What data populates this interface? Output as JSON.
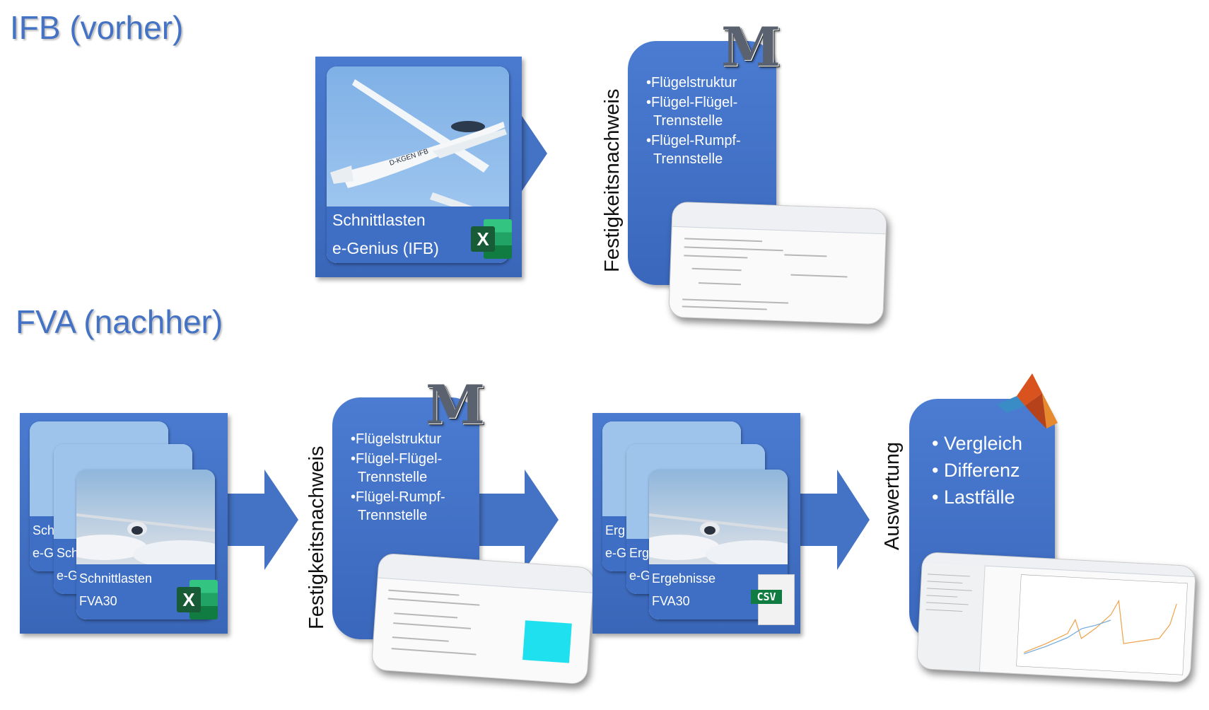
{
  "sections": {
    "before": {
      "title": "IFB (vorher)"
    },
    "after": {
      "title": "FVA (nachher)"
    }
  },
  "ifb": {
    "input_card": {
      "line1": "Schnittlasten",
      "line2": "e-Genius (IFB)"
    },
    "proof": {
      "label": "Festigkeitsnachweis",
      "bullets": [
        {
          "main": "•Flügelstruktur",
          "cont": ""
        },
        {
          "main": "•Flügel-Flügel-",
          "cont": "Trennstelle"
        },
        {
          "main": "•Flügel-Rumpf-",
          "cont": "Trennstelle"
        }
      ],
      "logo": "M"
    }
  },
  "fva": {
    "input_stack": {
      "back1": {
        "line1": "Sch",
        "line2": "e-G"
      },
      "back2": {
        "line1": "Sch",
        "line2": "e-G"
      },
      "front": {
        "line1": "Schnittlasten",
        "line2": "FVA30"
      }
    },
    "proof": {
      "label": "Festigkeitsnachweis",
      "bullets": [
        {
          "main": "•Flügelstruktur",
          "cont": ""
        },
        {
          "main": "•Flügel-Flügel-",
          "cont": "Trennstelle"
        },
        {
          "main": "•Flügel-Rumpf-",
          "cont": "Trennstelle"
        }
      ],
      "logo": "M"
    },
    "result_stack": {
      "back1": {
        "line1": "Erg",
        "line2": "e-G"
      },
      "back2": {
        "line1": "Erg",
        "line2": "e-G"
      },
      "front": {
        "line1": "Ergebnisse",
        "line2": "FVA30"
      },
      "file_tag": "CSV"
    },
    "evaluation": {
      "label": "Auswertung",
      "bullets": [
        "• Vergleich",
        "• Differenz",
        "• Lastfälle"
      ]
    }
  },
  "icons": {
    "excel": "excel-icon",
    "mathcad": "mathcad-m-logo",
    "matlab": "matlab-logo",
    "csv": "csv-file-icon"
  },
  "colors": {
    "title": "#4472c4",
    "box": "#4472c4",
    "arrow": "#4472c4",
    "excel": "#107c41"
  }
}
